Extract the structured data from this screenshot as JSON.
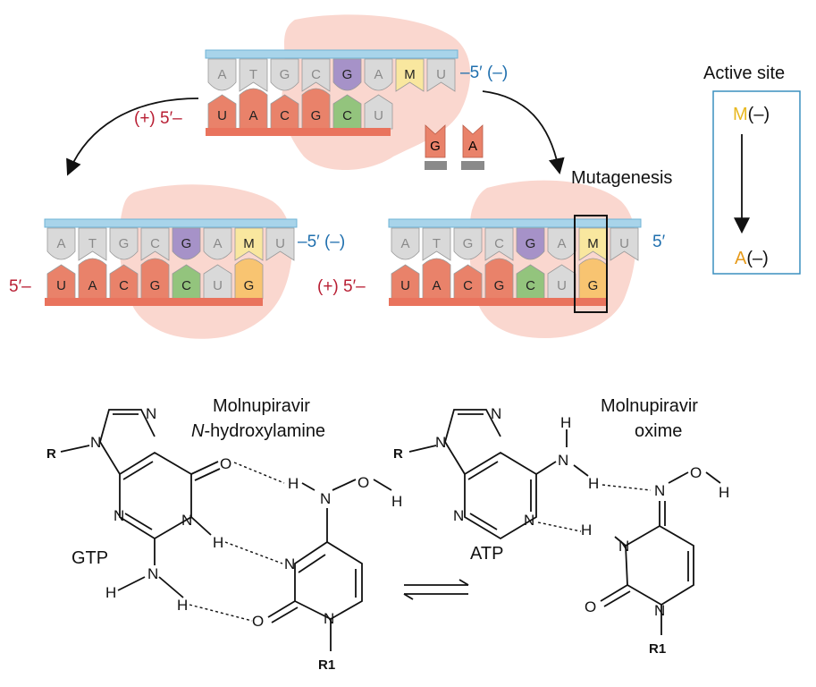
{
  "colors": {
    "backbone_blue": "#a8d4ea",
    "backbone_blue_edge": "#6fb3d6",
    "backbone_red": "#e9735d",
    "enzyme_blob": "#fad7cf",
    "minus_strand_gray": "#d9d9d9",
    "plus_base_red": "#e9826a",
    "base_G_purple": "#a692c8",
    "base_C_green": "#93c47d",
    "base_M_yellow": "#f9e79f",
    "base_G_orange": "#f8c471",
    "label_red": "#b81e33",
    "label_blue": "#1f6fae",
    "active_M": "#e8b820",
    "active_A": "#e69a1a",
    "box_border": "#3a8fbf"
  },
  "top_panel": {
    "minus_bases": [
      "A",
      "T",
      "G",
      "C",
      "G",
      "A",
      "M",
      "U"
    ],
    "plus_bases": [
      "U",
      "A",
      "C",
      "G",
      "C",
      "U"
    ],
    "minus_label": "–5′ (–)",
    "plus_label": "(+) 5′–",
    "free_nucleotides": [
      "G",
      "A"
    ]
  },
  "left_panel": {
    "minus_bases": [
      "A",
      "T",
      "G",
      "C",
      "G",
      "A",
      "M",
      "U"
    ],
    "plus_bases": [
      "U",
      "A",
      "C",
      "G",
      "C",
      "U",
      "G"
    ],
    "minus_label": "–5′ (–)",
    "plus_label": "5′–"
  },
  "right_panel": {
    "minus_bases": [
      "A",
      "T",
      "G",
      "C",
      "G",
      "A",
      "M",
      "U"
    ],
    "plus_bases": [
      "U",
      "A",
      "C",
      "G",
      "C",
      "U",
      "G"
    ],
    "minus_label": "5′",
    "plus_label": "(+) 5′–",
    "caption": "Mutagenesis"
  },
  "active_site": {
    "title": "Active site",
    "from_letter": "M",
    "from_suffix": "(–)",
    "to_letter": "A",
    "to_suffix": "(–)"
  },
  "chemistry": {
    "left_title_line1": "Molnupiravir",
    "left_title_line2_italic": "N",
    "left_title_line2_rest": "-hydroxylamine",
    "right_title_line1": "Molnupiravir",
    "right_title_line2": "oxime",
    "gtp_label": "GTP",
    "atp_label": "ATP",
    "atoms": {
      "R": "R",
      "R1": "R1",
      "N": "N",
      "O": "O",
      "H": "H"
    }
  }
}
